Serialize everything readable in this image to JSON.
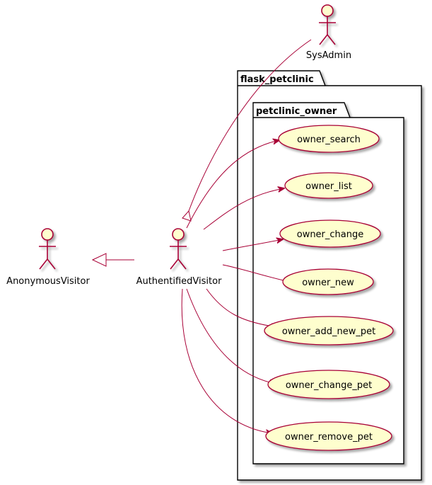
{
  "colors": {
    "stroke": "#a80036",
    "actor_fill": "#fefece",
    "usecase_fill": "#fefece",
    "package_fill": "#ffffff",
    "shadow": "#cccccc",
    "text": "#000000"
  },
  "actors": {
    "sysadmin": "SysAdmin",
    "authentified": "AuthentifiedVisitor",
    "anonymous": "AnonymousVisitor"
  },
  "packages": {
    "outer": "flask_petclinic",
    "inner": "petclinic_owner"
  },
  "usecases": {
    "owner_search": "owner_search",
    "owner_list": "owner_list",
    "owner_change": "owner_change",
    "owner_new": "owner_new",
    "owner_add_new_pet": "owner_add_new_pet",
    "owner_change_pet": "owner_change_pet",
    "owner_remove_pet": "owner_remove_pet"
  }
}
